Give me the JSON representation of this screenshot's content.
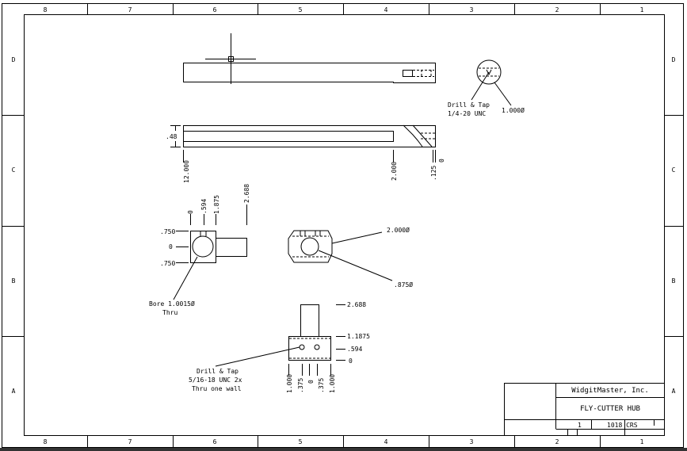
{
  "border": {
    "columns": [
      "8",
      "7",
      "6",
      "5",
      "4",
      "3",
      "2",
      "1"
    ],
    "rows": [
      "D",
      "C",
      "B",
      "A"
    ]
  },
  "title_block": {
    "company": "WidgitMaster, Inc.",
    "title": "FLY-CUTTER HUB",
    "sheet_size_value": "1",
    "material": "1018 CRS"
  },
  "views": {
    "end_view": {
      "note_line1": "Drill & Tap",
      "note_line2": "1/4-20 UNC",
      "diameter": "1.000Ø"
    },
    "side_view": {
      "thickness": ".48",
      "dim_left": "12.000",
      "dim_mid": "2.000",
      "dim_right": ".125",
      "dim_zero": "0"
    },
    "hub_front": {
      "top_dims": [
        "0",
        ".594",
        "1.875",
        "2.688"
      ],
      "left_dims": [
        ".750",
        "0",
        ".750"
      ],
      "bore_note1": "Bore 1.0015Ø",
      "bore_note2": "Thru"
    },
    "hub_end": {
      "outer_diameter": "2.000Ø",
      "inner_diameter": ".875Ø"
    },
    "hub_top": {
      "right_dims": [
        "2.688",
        "1.1875",
        ".594",
        "0"
      ],
      "bottom_dims": [
        "1.000",
        ".375",
        "0",
        ".375",
        "1.000"
      ],
      "note1": "Drill & Tap",
      "note2": "5/16-18 UNC 2x",
      "note3": "Thru one wall"
    }
  }
}
